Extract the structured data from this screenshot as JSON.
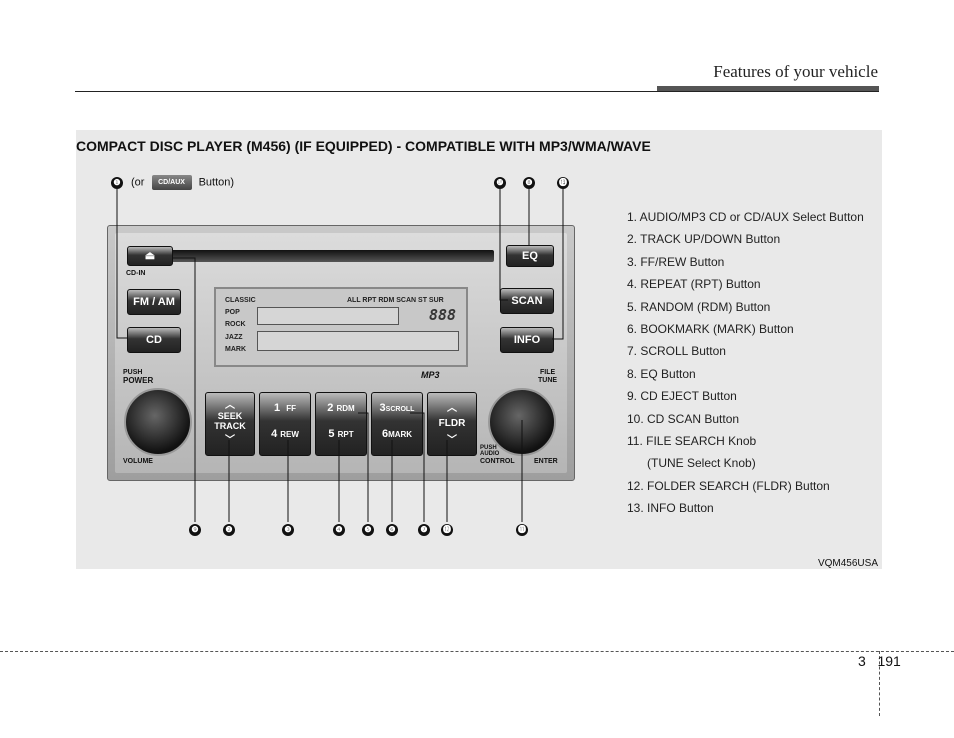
{
  "header": {
    "title": "Features of your vehicle"
  },
  "section_title": "COMPACT DISC PLAYER (M456) (IF EQUIPPED) - COMPATIBLE WITH MP3/WMA/WAVE",
  "or_note": {
    "prefix": "(or",
    "button": "CD/AUX",
    "suffix": "Button)"
  },
  "callouts_top": [
    "❶",
    "❿",
    "❽",
    "⓭"
  ],
  "callouts_bottom": [
    "❾",
    "❷",
    "❸",
    "❹",
    "❺",
    "❻",
    "❼",
    "⓬",
    "⓫"
  ],
  "radio": {
    "eject": "⏏",
    "cd_in": "CD-IN",
    "fm_am": "FM / AM",
    "cd": "CD",
    "eq": "EQ",
    "scan": "SCAN",
    "info": "INFO",
    "display_modes": [
      "CLASSIC",
      "POP",
      "ROCK",
      "JAZZ",
      "MARK"
    ],
    "display_top": "ALL  RPT  RDM  SCAN  ST  SUR",
    "display_seg": "888",
    "mp3_logo": "MP3",
    "push_power": [
      "PUSH",
      "POWER"
    ],
    "volume": "VOLUME",
    "seek": [
      "SEEK",
      "TRACK"
    ],
    "preset_1": {
      "num": "1",
      "label": "FF"
    },
    "preset_4": {
      "num": "4",
      "label": "REW"
    },
    "preset_2": {
      "num": "2",
      "label": "RDM"
    },
    "preset_5": {
      "num": "5",
      "label": "RPT"
    },
    "preset_3": {
      "num": "3",
      "label": "SCROLL"
    },
    "preset_6": {
      "num": "6",
      "label": "MARK"
    },
    "fldr": "FLDR",
    "file_tune": [
      "FILE",
      "TUNE"
    ],
    "push_audio_control": [
      "PUSH",
      "AUDIO",
      "CONTROL"
    ],
    "enter": "ENTER"
  },
  "legend": [
    "1. AUDIO/MP3 CD or CD/AUX Select Button",
    "2. TRACK UP/DOWN Button",
    "3. FF/REW Button",
    "4. REPEAT (RPT) Button",
    "5. RANDOM (RDM) Button",
    "6. BOOKMARK (MARK) Button",
    "7. SCROLL Button",
    "8. EQ Button",
    "9. CD EJECT Button",
    "10. CD SCAN Button",
    "11. FILE SEARCH Knob",
    "(TUNE Select Knob)",
    "12. FOLDER SEARCH (FLDR) Button",
    "13. INFO Button"
  ],
  "image_code": "VQM456USA",
  "page": {
    "chapter": "3",
    "number": "191"
  }
}
